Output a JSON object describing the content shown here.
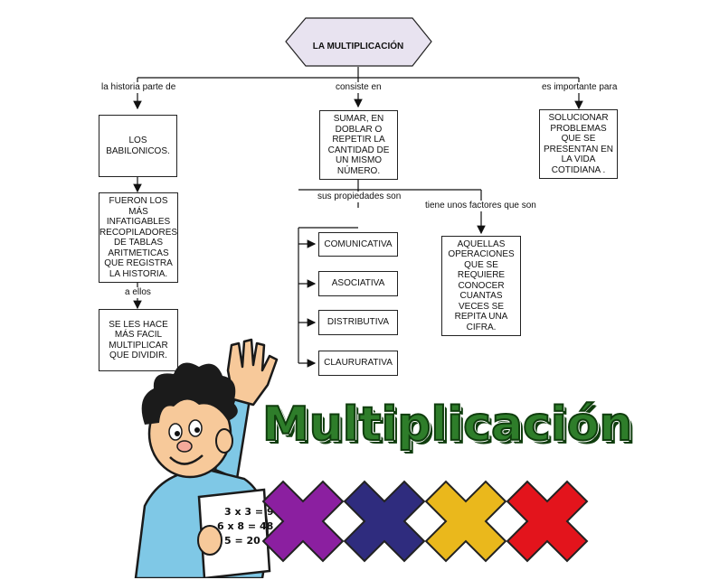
{
  "diagram": {
    "title": "LA MULTIPLICACIÓN",
    "links": {
      "left": "la historia parte de",
      "center": "consiste en",
      "right": "es importante para",
      "props": "sus propiedades son",
      "factors": "tiene unos factores que son",
      "ellos": "a ellos"
    },
    "nodes": {
      "babilonicos": "LOS BABILONICOS.",
      "recopiladores": "FUERON LOS MÁS INFATIGABLES RECOPILADORES DE TABLAS ARITMETICAS QUE REGISTRA LA HISTORIA.",
      "facil": "SE LES HACE MÁS FACIL MULTIPLICAR QUE DIVIDIR.",
      "sumar": "SUMAR, EN DOBLAR O REPETIR LA CANTIDAD DE UN MISMO NÚMERO.",
      "solucionar": "SOLUCIONAR PROBLEMAS QUE SE PRESENTAN EN LA VIDA COTIDIANA .",
      "aquellas": "AQUELLAS OPERACIONES QUE SE REQUIERE CONOCER CUANTAS VECES SE REPITA UNA CIFRA.",
      "properties": [
        "COMUNICATIVA",
        "ASOCIATIVA",
        "DISTRIBUTIVA",
        "CLAURURATIVA"
      ]
    }
  },
  "illustration": {
    "word": "Multiplicación",
    "paper_lines": [
      "3 x 3 = 9",
      "6 x 8 = 48",
      "5 = 20"
    ],
    "cross_colors": [
      "#8b1fa0",
      "#2f2c7e",
      "#eab81c",
      "#e3141c"
    ],
    "word_color": "#2e7d2a",
    "icons": [
      "boy-waving-icon",
      "multiplication-cross-icon"
    ]
  }
}
